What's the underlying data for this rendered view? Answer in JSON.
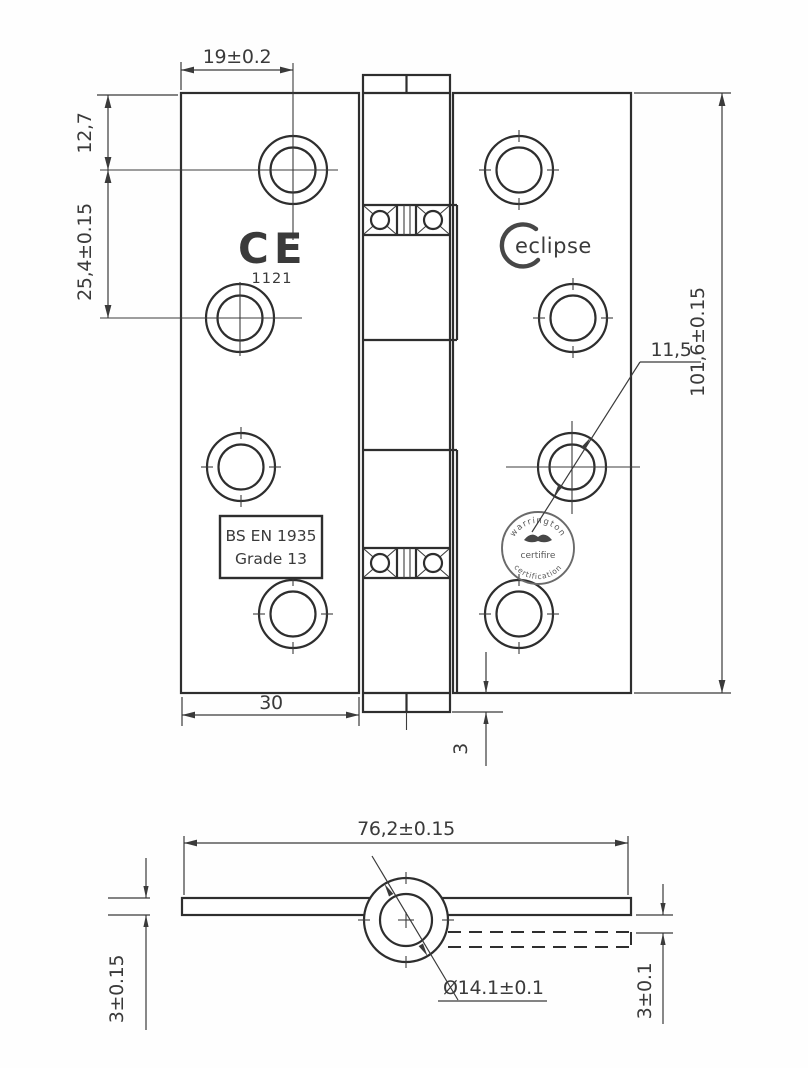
{
  "drawing": {
    "front_view": {
      "dim_top_hole_offset": "19±0.2",
      "dim_hole_top": "12,7",
      "dim_hole_pitch": "25,4±0.15",
      "dim_height": "101,6±0.15",
      "dim_hole_dia": "11,5",
      "dim_leaf_width": "30",
      "dim_knuckle_protrusion": "3",
      "ce_mark": "CE",
      "ce_number": "1121",
      "brand": "eclipse",
      "standard_line1": "BS EN 1935",
      "standard_line2": "Grade 13",
      "cert_top": "warrington",
      "cert_middle": "certifire",
      "cert_bottom": "certification"
    },
    "side_view": {
      "dim_open_width": "76,2±0.15",
      "dim_leaf_thickness": "3±0.15",
      "dim_second_leaf_gap": "3±0.1",
      "dim_knuckle_dia": "Ø14.1±0.1"
    }
  }
}
